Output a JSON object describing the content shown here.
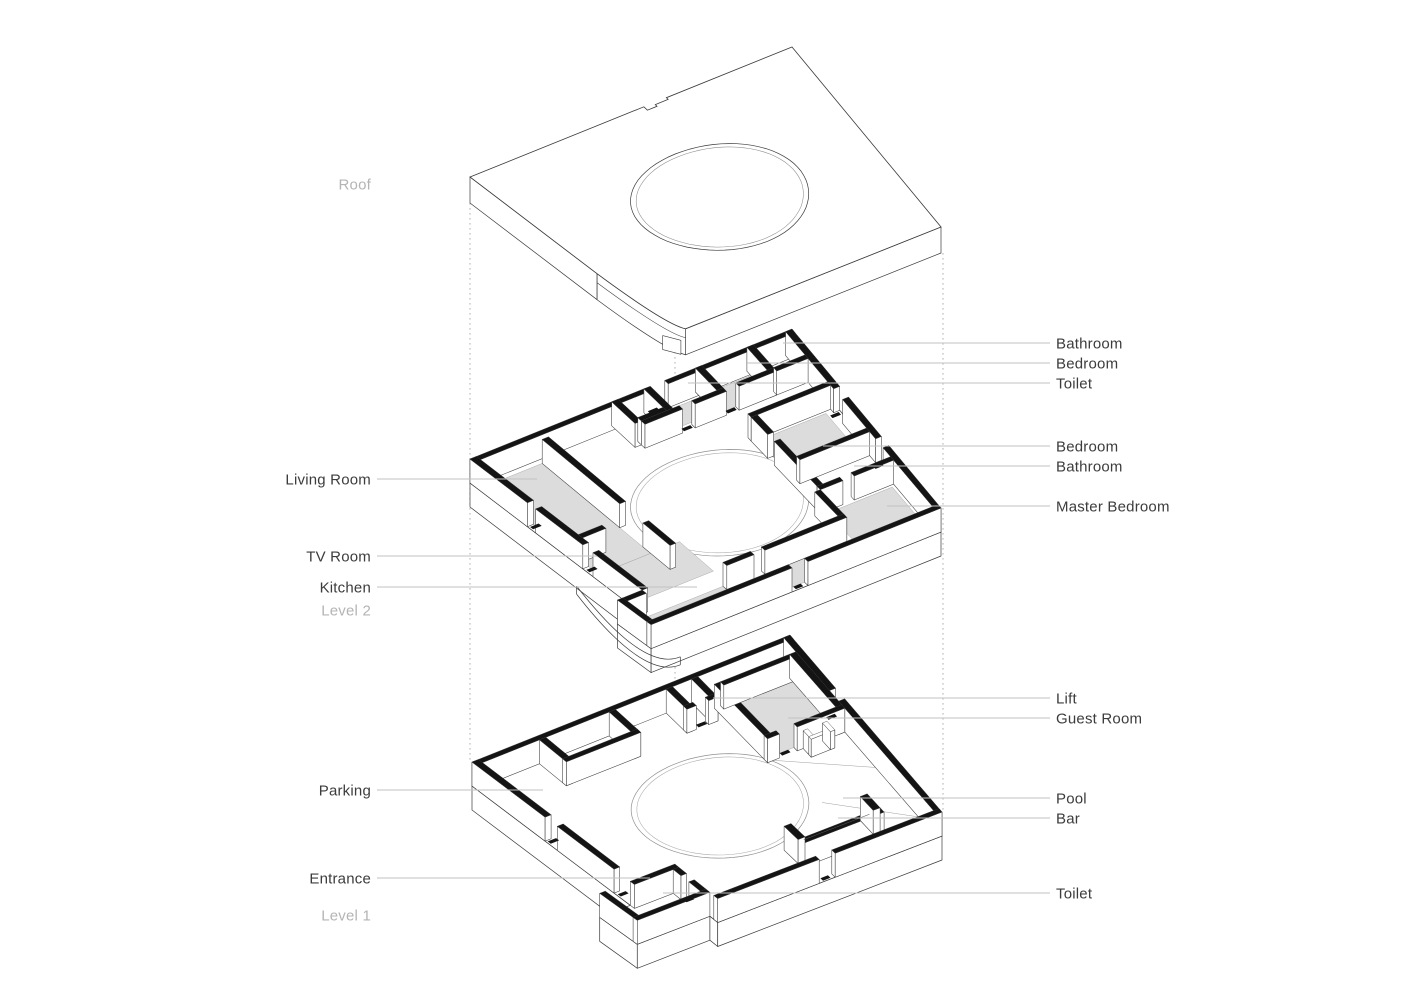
{
  "colors": {
    "background": "#ffffff",
    "wall_poche": "#141414",
    "floor_gray": "#dcdcdc",
    "line_dark": "#3a3a3a",
    "label_dark": "#3c3c3c",
    "label_gray": "#b4b4b4",
    "leader_line": "#c2c2c2",
    "projection_dotted": "#b0b0b0"
  },
  "labels": {
    "left": [
      {
        "id": "roof",
        "text": "Roof",
        "muted": true
      },
      {
        "id": "living-room",
        "text": "Living Room",
        "muted": false
      },
      {
        "id": "tv-room",
        "text": "TV Room",
        "muted": false
      },
      {
        "id": "kitchen",
        "text": "Kitchen",
        "muted": false
      },
      {
        "id": "level-2",
        "text": "Level 2",
        "muted": true
      },
      {
        "id": "parking",
        "text": "Parking",
        "muted": false
      },
      {
        "id": "entrance",
        "text": "Entrance",
        "muted": false
      },
      {
        "id": "level-1",
        "text": "Level 1",
        "muted": true
      }
    ],
    "right": [
      {
        "id": "bathroom-1",
        "text": "Bathroom"
      },
      {
        "id": "bedroom-1",
        "text": "Bedroom"
      },
      {
        "id": "toilet-1",
        "text": "Toilet"
      },
      {
        "id": "bedroom-2",
        "text": "Bedroom"
      },
      {
        "id": "bathroom-2",
        "text": "Bathroom"
      },
      {
        "id": "master-bedroom",
        "text": "Master Bedroom"
      },
      {
        "id": "lift",
        "text": "Lift"
      },
      {
        "id": "guest-room",
        "text": "Guest Room"
      },
      {
        "id": "pool",
        "text": "Pool"
      },
      {
        "id": "bar",
        "text": "Bar"
      },
      {
        "id": "toilet-2",
        "text": "Toilet"
      }
    ]
  }
}
